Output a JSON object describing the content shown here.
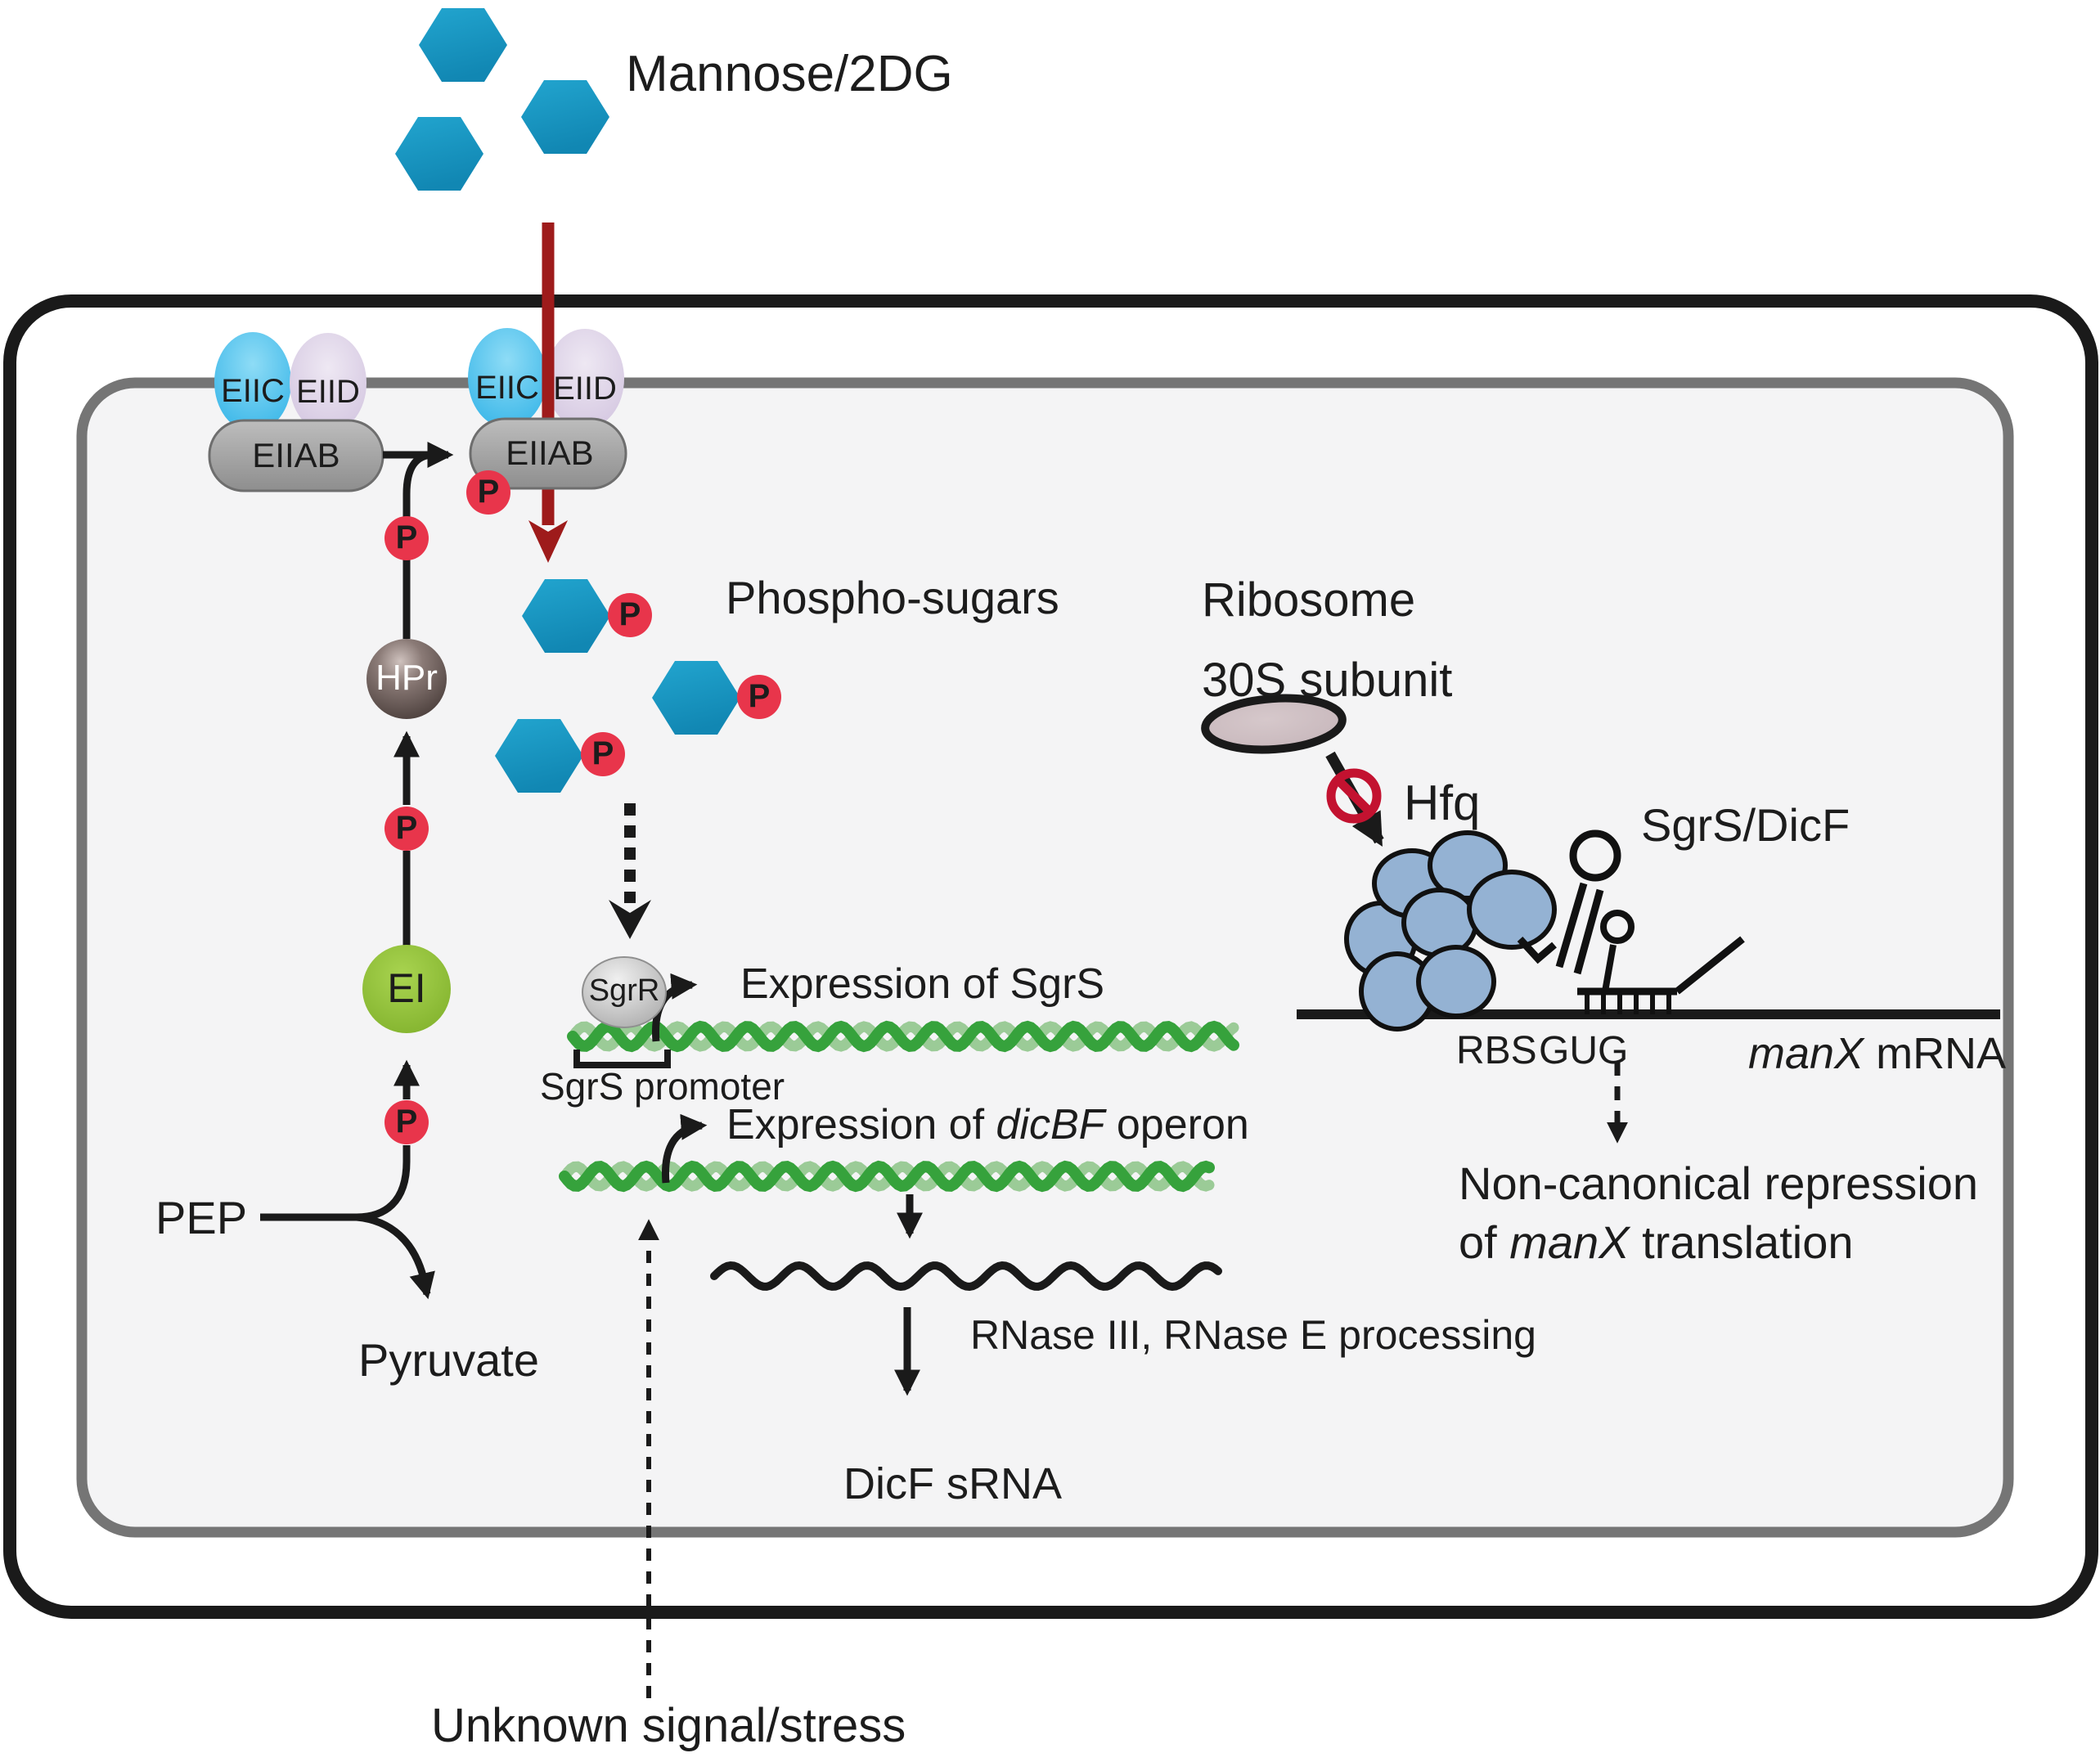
{
  "labels": {
    "mannose": "Mannose/2DG",
    "phospho_sugars": "Phospho-sugars",
    "eiic": "EIIC",
    "eiid": "EIID",
    "eiiab": "EIIAB",
    "p": "P",
    "hpr": "HPr",
    "ei": "EI",
    "pep": "PEP",
    "pyruvate": "Pyruvate",
    "sgrr": "SgrR",
    "sgrs_promoter": "SgrS promoter",
    "expression_sgrs": "Expression of SgrS",
    "expression_dicbf_pre": "Expression of ",
    "dicbf_italic": "dicBF",
    "expression_dicbf_post": " operon",
    "rnase_processing": "RNase III, RNase E processing",
    "dicf_srna": "DicF sRNA",
    "unknown_signal": "Unknown signal/stress",
    "ribosome_line1": "Ribosome",
    "ribosome_line2": "30S subunit",
    "hfq": "Hfq",
    "sgrs_dicf": "SgrS/DicF",
    "rbs": "RBS",
    "gug": "GUG",
    "manx_italic": "manX",
    "mrna_suffix": " mRNA",
    "noncanonical_line1": "Non-canonical repression",
    "noncanonical_line2_pre": "of ",
    "noncanonical_line2_italic": "manX",
    "noncanonical_line2_post": " translation"
  },
  "colors": {
    "sugar_hexagon": "#1b98c4",
    "phosphate_badge": "#e8354b",
    "import_arrow": "#9e1b1b",
    "eiic_blue": "#35b5e9",
    "eiid_lavender": "#d9cbe4",
    "eiiab_gray": "#a3a3a3",
    "hpr_brown": "#5a4c48",
    "ei_green": "#8cbf33",
    "sgrr_gray": "#c9c9c9",
    "dna_dark_green": "#36a23c",
    "dna_light_green": "#9bcb97",
    "hfq_blue": "#94b2d3",
    "ribosome_mauve": "#c9b9bd",
    "no_sign_red": "#c31230",
    "membrane_gray": "#757575",
    "cell_wall_black": "#1a1a1a",
    "cytoplasm": "#f4f4f5"
  }
}
